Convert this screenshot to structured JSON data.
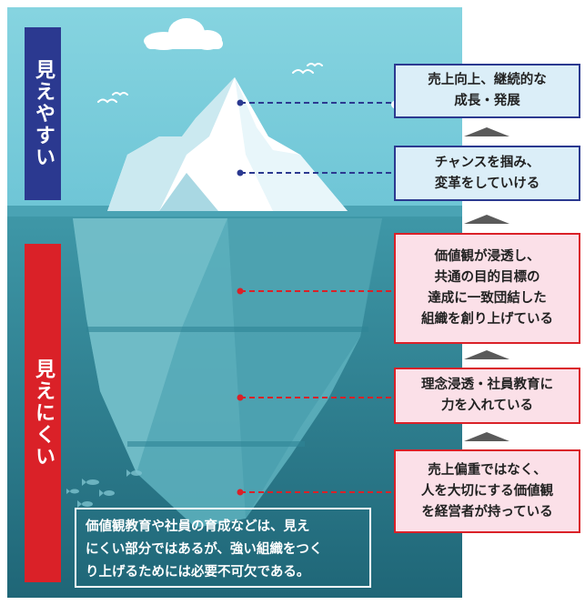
{
  "labels": {
    "visible": "見えやすい",
    "hidden": "見えにくい"
  },
  "boxes": [
    {
      "lines": [
        "売上向上、継続的な",
        "成長・発展"
      ],
      "tone": "visible"
    },
    {
      "lines": [
        "チャンスを掴み、",
        "変革をしていける"
      ],
      "tone": "visible"
    },
    {
      "lines": [
        "価値観が浸透し、",
        "共通の目的目標の",
        "達成に一致団結した",
        "組織を創り上げている"
      ],
      "tone": "hidden"
    },
    {
      "lines": [
        "理念浸透・社員教育に",
        "力を入れている"
      ],
      "tone": "hidden"
    },
    {
      "lines": [
        "売上偏重ではなく、",
        "人を大切にする価値観",
        "を経営者が持っている"
      ],
      "tone": "hidden"
    }
  ],
  "note": {
    "lines": [
      "価値観教育や社員の育成などは、見え",
      "にくい部分ではあるが、強い組織をつく",
      "り上げるためには必要不可欠である。"
    ]
  },
  "colors": {
    "sky": "#7ecfdd",
    "sea_top": "#3f98a8",
    "sea_deep": "#236f80",
    "visible_accent": "#2b3990",
    "hidden_accent": "#da2128",
    "arrow": "#5a5a5a"
  }
}
